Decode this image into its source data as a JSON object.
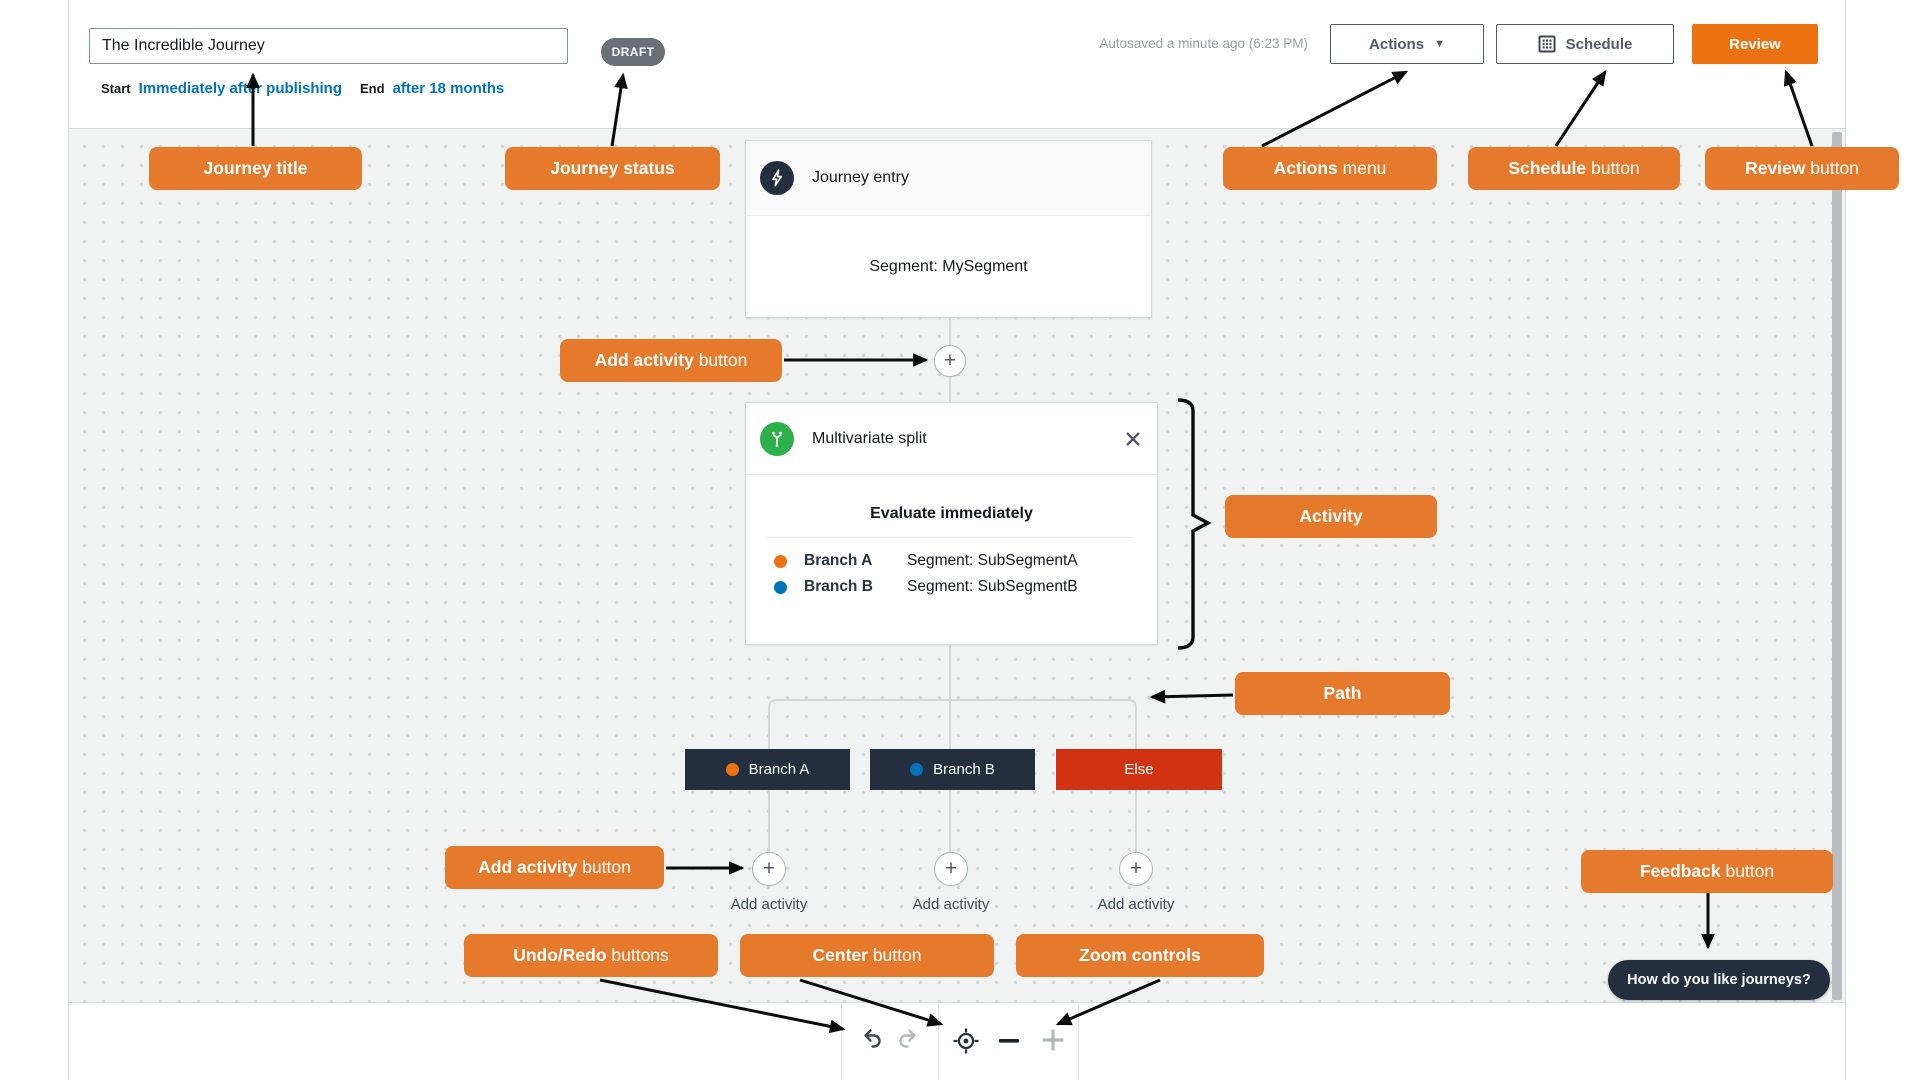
{
  "header": {
    "journey_title_value": "The Incredible Journey",
    "status_badge": "DRAFT",
    "start_label": "Start",
    "start_value": "Immediately after publishing",
    "end_label": "End",
    "end_value": "after 18 months",
    "autosave_text": "Autosaved a minute ago (6:23 PM)",
    "actions_label": "Actions",
    "schedule_label": "Schedule",
    "review_label": "Review"
  },
  "canvas": {
    "entry_card": {
      "title": "Journey entry",
      "body": "Segment: MySegment"
    },
    "split_card": {
      "title": "Multivariate split",
      "evaluate": "Evaluate immediately",
      "branches": [
        {
          "name": "Branch A",
          "value": "Segment: SubSegmentA",
          "dot_color": "#ec7211"
        },
        {
          "name": "Branch B",
          "value": "Segment: SubSegmentB",
          "dot_color": "#0073bb"
        }
      ]
    },
    "branch_pills": [
      {
        "label": "Branch A",
        "dot_color": "#ec7211",
        "bg": "#232f3e"
      },
      {
        "label": "Branch B",
        "dot_color": "#0073bb",
        "bg": "#232f3e"
      },
      {
        "label": "Else",
        "bg": "#d13212"
      }
    ],
    "add_activity_label": "Add activity",
    "feedback_pill": "How do you like journeys?"
  },
  "annotations": {
    "journey_title": {
      "bold": "Journey title",
      "rest": ""
    },
    "journey_status": {
      "bold": "Journey status",
      "rest": ""
    },
    "actions_menu": {
      "bold": "Actions",
      "rest": " menu"
    },
    "schedule_button": {
      "bold": "Schedule",
      "rest": " button"
    },
    "review_button": {
      "bold": "Review",
      "rest": " button"
    },
    "add_activity_top": {
      "bold": "Add activity",
      "rest": " button"
    },
    "activity": {
      "bold": "Activity",
      "rest": ""
    },
    "path": {
      "bold": "Path",
      "rest": ""
    },
    "add_activity_bottom": {
      "bold": "Add activity",
      "rest": " button"
    },
    "feedback_button": {
      "bold": "Feedback",
      "rest": " button"
    },
    "undo_redo": {
      "bold": "Undo/Redo",
      "rest": " buttons"
    },
    "center_button": {
      "bold": "Center",
      "rest": " button"
    },
    "zoom_controls": {
      "bold": "Zoom controls",
      "rest": ""
    }
  },
  "toolbar": {
    "icons": [
      "undo-icon",
      "redo-icon",
      "center-icon",
      "zoom-out-icon",
      "zoom-in-icon"
    ]
  },
  "colors": {
    "annotation_orange": "#e57a2c",
    "primary_button_orange": "#ec7211",
    "status_badge_gray": "#697077",
    "link_blue": "#0073bb",
    "dark_pill_navy": "#232f3e",
    "else_pill_red": "#d13212",
    "branch_a_dot": "#ec7211",
    "branch_b_dot": "#0073bb",
    "entry_icon_bg": "#232f3e",
    "split_icon_green": "#2db14a"
  }
}
